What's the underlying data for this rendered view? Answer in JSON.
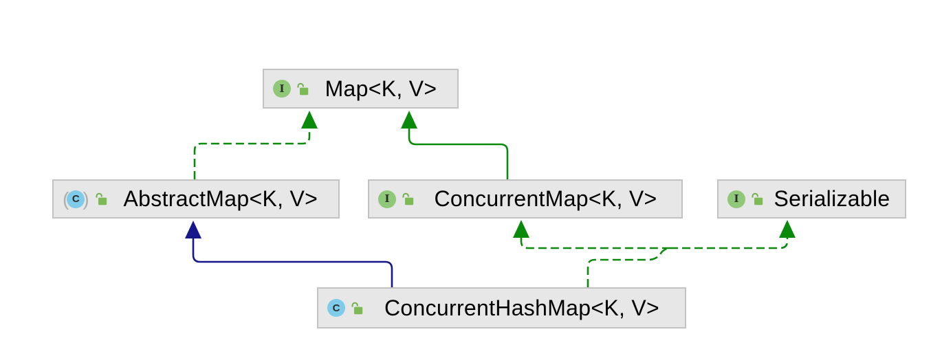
{
  "diagram": {
    "type": "uml-class-hierarchy",
    "background": "#ffffff",
    "nodes": [
      {
        "id": "map",
        "label": "Map<K, V>",
        "kind": "interface",
        "icon_letter": "I",
        "visibility": "public"
      },
      {
        "id": "abstract-map",
        "label": "AbstractMap<K, V>",
        "kind": "abstract-class",
        "icon_letter": "C",
        "visibility": "public",
        "paren_left": "(",
        "paren_right": ")"
      },
      {
        "id": "concurrent-map",
        "label": "ConcurrentMap<K, V>",
        "kind": "interface",
        "icon_letter": "I",
        "visibility": "public"
      },
      {
        "id": "serializable",
        "label": "Serializable",
        "kind": "interface",
        "icon_letter": "I",
        "visibility": "public"
      },
      {
        "id": "concurrent-hash-map",
        "label": "ConcurrentHashMap<K, V>",
        "kind": "class",
        "icon_letter": "C",
        "visibility": "public"
      }
    ],
    "edges": [
      {
        "from": "AbstractMap<K, V>",
        "to": "Map<K, V>",
        "relation": "implements",
        "line": "dashed",
        "color": "#0a8a0a"
      },
      {
        "from": "ConcurrentMap<K, V>",
        "to": "Map<K, V>",
        "relation": "extends",
        "line": "solid",
        "color": "#0a8a0a"
      },
      {
        "from": "ConcurrentHashMap<K, V>",
        "to": "AbstractMap<K, V>",
        "relation": "extends",
        "line": "solid",
        "color": "#17178b"
      },
      {
        "from": "ConcurrentHashMap<K, V>",
        "to": "ConcurrentMap<K, V>",
        "relation": "implements",
        "line": "dashed",
        "color": "#0a8a0a"
      },
      {
        "from": "ConcurrentHashMap<K, V>",
        "to": "Serializable",
        "relation": "implements",
        "line": "dashed",
        "color": "#0a8a0a"
      }
    ],
    "colors": {
      "edge_green": "#0a8a0a",
      "edge_navy": "#17178b",
      "node_fill": "#e7e7e7",
      "node_border": "#c2c2c2",
      "interface_icon_green": "#8fc878",
      "class_icon_blue": "#7ecbea",
      "lock_body_green": "#7cba55",
      "lock_shackle_green": "#6fb04a",
      "abstract_paren_gray": "#aeaeae",
      "label_text": "#000000"
    }
  }
}
